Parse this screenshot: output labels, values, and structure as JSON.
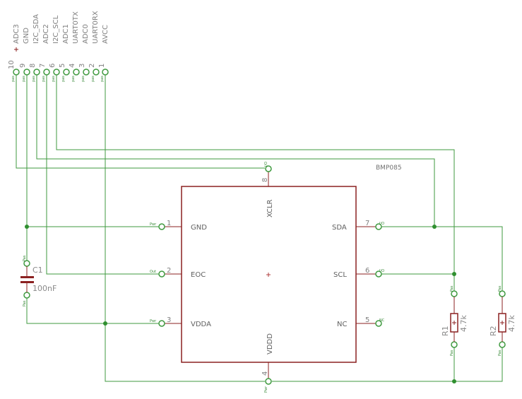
{
  "connector": {
    "signals": [
      "ADC3",
      "GND",
      "I2C_SDA",
      "ADC2",
      "I2C_SCL",
      "ADC1",
      "UART0TX",
      "ADC0",
      "UART0RX",
      "AVCC"
    ],
    "pin_numbers": [
      "10",
      "9",
      "8",
      "7",
      "6",
      "5",
      "4",
      "3",
      "2",
      "1"
    ],
    "pad_label": "pas"
  },
  "ic": {
    "name": "BMP085",
    "top_pin": {
      "number": "8",
      "name": "XCLR",
      "tag": "I/O"
    },
    "bottom_pin": {
      "number": "4",
      "name": "VDDD",
      "tag": "Pwr"
    },
    "left_pins": [
      {
        "number": "1",
        "name": "GND",
        "tag": "Pwr"
      },
      {
        "number": "2",
        "name": "EOC",
        "tag": "Out"
      },
      {
        "number": "3",
        "name": "VDDA",
        "tag": "Pwr"
      }
    ],
    "right_pins": [
      {
        "number": "7",
        "name": "SDA",
        "tag": "I/O"
      },
      {
        "number": "6",
        "name": "SCL",
        "tag": "I/O"
      },
      {
        "number": "5",
        "name": "NC",
        "tag": "NC"
      }
    ]
  },
  "capacitor": {
    "ref": "C1",
    "value": "100nF",
    "pad_tag": "Pas"
  },
  "resistors": [
    {
      "ref": "R1",
      "value": "4.7k",
      "pad_tag": "Pas"
    },
    {
      "ref": "R2",
      "value": "4.7k",
      "pad_tag": "Pas"
    }
  ],
  "colors": {
    "wire": "#3f9a3f",
    "ic_outline": "#8b2020",
    "pad": "#3f9a3f",
    "junction": "#2f8f2f",
    "text": "#808080"
  }
}
